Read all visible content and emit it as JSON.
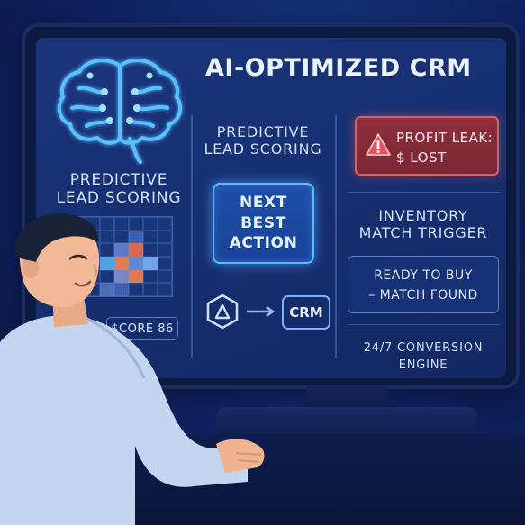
{
  "title": "AI-OPTIMIZED CRM",
  "left_panel": {
    "label_line1": "PREDICTIVE",
    "label_line2": "LEAD SCORING",
    "score_badge": "$CORE 86",
    "icons": [
      "brain-icon",
      "heatmap-grid"
    ]
  },
  "middle_panel": {
    "label_line1": "PREDICTIVE",
    "label_line2": "LEAD SCORING",
    "action_button": "NEXT\nBEST\nACTION",
    "crm_label": "CRM",
    "icons": [
      "hexagon-logo-icon",
      "arrow-right-icon"
    ]
  },
  "right_panel": {
    "alert_line1": "PROFIT LEAK:",
    "alert_line2": "$ LOST",
    "alert_icon": "warning-icon",
    "inventory_line1": "INVENTORY",
    "inventory_line2": "MATCH TRIGGER",
    "ready_line1": "READY TO BUY",
    "ready_line2": "– MATCH FOUND",
    "engine_line1": "24/7 CONVERSION",
    "engine_line2": "ENGINE"
  },
  "colors": {
    "background": "#0f2260",
    "screen": "#173072",
    "accent_glow": "#59b8ff",
    "alert_red": "#8f2f3c",
    "text": "#dbe8ff"
  }
}
